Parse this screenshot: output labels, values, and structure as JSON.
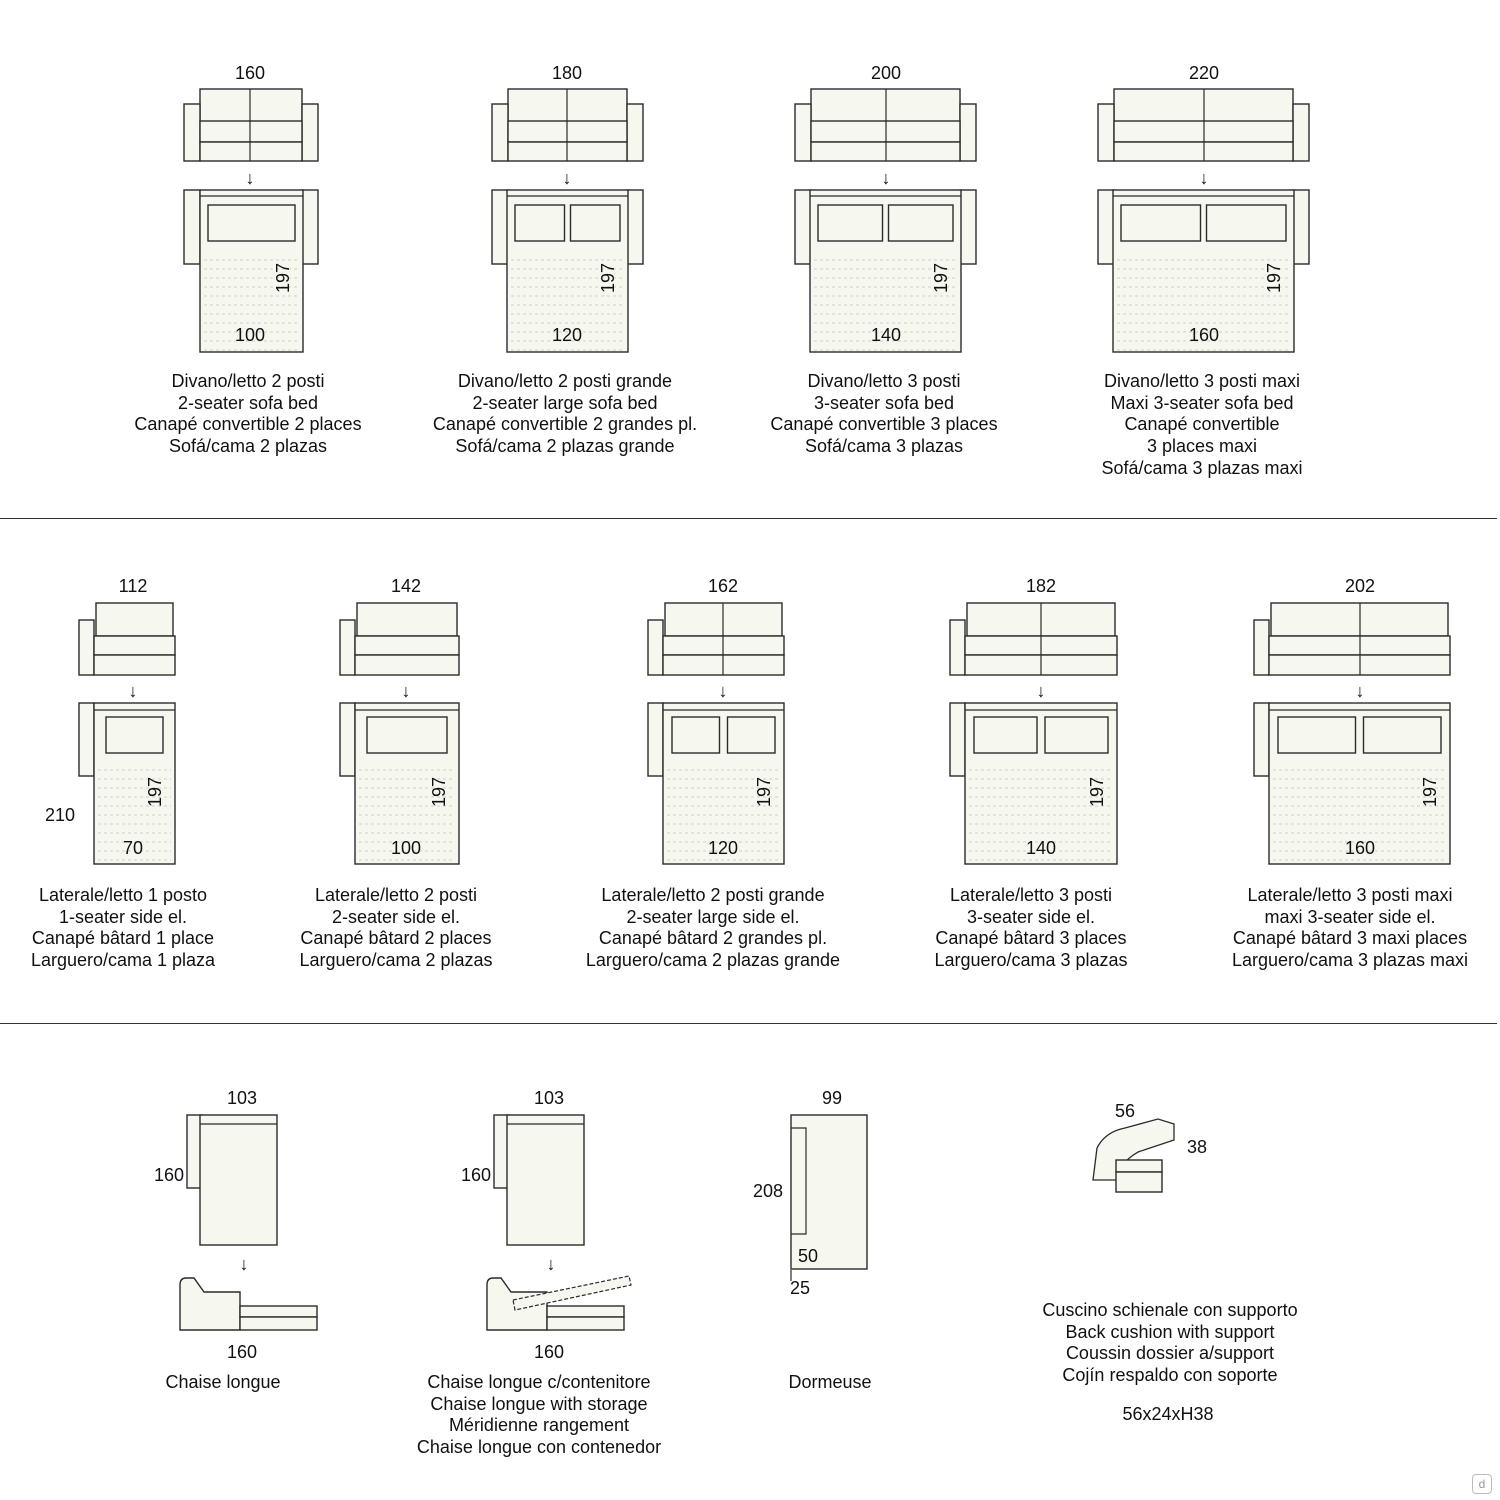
{
  "row1": [
    {
      "width": "160",
      "length": "197",
      "bed": "100",
      "lines": [
        "Divano/letto 2 posti",
        "2-seater sofa bed",
        "Canapé convertible 2 places",
        "Sofá/cama 2 plazas"
      ]
    },
    {
      "width": "180",
      "length": "197",
      "bed": "120",
      "lines": [
        "Divano/letto 2 posti grande",
        "2-seater large sofa bed",
        "Canapé convertible 2 grandes pl.",
        "Sofá/cama 2 plazas grande"
      ]
    },
    {
      "width": "200",
      "length": "197",
      "bed": "140",
      "lines": [
        "Divano/letto 3 posti",
        "3-seater sofa bed",
        "Canapé convertible 3 places",
        "Sofá/cama 3 plazas"
      ]
    },
    {
      "width": "220",
      "length": "197",
      "bed": "160",
      "lines": [
        "Divano/letto 3 posti maxi",
        "Maxi 3-seater sofa bed",
        "Canapé convertible",
        "3 places maxi",
        "Sofá/cama 3 plazas maxi"
      ]
    }
  ],
  "row2": [
    {
      "width": "112",
      "length": "197",
      "bed": "70",
      "lines": [
        "Laterale/letto 1 posto",
        "1-seater side el.",
        "Canapé bâtard 1 place",
        "Larguero/cama 1 plaza"
      ]
    },
    {
      "width": "142",
      "length": "197",
      "bed": "100",
      "lines": [
        "Laterale/letto 2 posti",
        "2-seater side el.",
        "Canapé bâtard 2 places",
        "Larguero/cama 2 plazas"
      ]
    },
    {
      "width": "162",
      "length": "197",
      "bed": "120",
      "lines": [
        "Laterale/letto 2 posti grande",
        "2-seater large side el.",
        "Canapé bâtard 2 grandes pl.",
        "Larguero/cama 2 plazas grande"
      ]
    },
    {
      "width": "182",
      "length": "197",
      "bed": "140",
      "lines": [
        "Laterale/letto 3 posti",
        "3-seater side el.",
        "Canapé bâtard 3 places",
        "Larguero/cama 3 plazas"
      ]
    },
    {
      "width": "202",
      "length": "197",
      "bed": "160",
      "lines": [
        "Laterale/letto 3 posti maxi",
        "maxi 3-seater side el.",
        "Canapé bâtard 3 maxi places",
        "Larguero/cama 3 plazas maxi"
      ]
    }
  ],
  "row2_total_depth": "210",
  "chaise": {
    "width": "103",
    "depth": "160",
    "open_length": "160",
    "lines": [
      "Chaise longue"
    ]
  },
  "chaise_storage": {
    "width": "103",
    "depth": "160",
    "open_length": "160",
    "lines": [
      "Chaise longue c/contenitore",
      "Chaise longue with storage",
      "Méridienne rangement",
      "Chaise longue con contenedor"
    ]
  },
  "dormeuse": {
    "width": "99",
    "depth": "208",
    "seat": "50",
    "arm": "25",
    "lines": [
      "Dormeuse"
    ]
  },
  "cushion": {
    "width": "56",
    "height": "38",
    "lines": [
      "Cuscino schienale con supporto",
      "Back cushion with support",
      "Coussin dossier a/support",
      "Cojín respaldo con soporte"
    ],
    "size": "56x24xH38"
  },
  "arrow_glyph": "↓",
  "watermark": "d",
  "colors": {
    "line": "#2b2b2b",
    "fill": "#f6f7ef",
    "hatch": "#cfd2c6"
  }
}
